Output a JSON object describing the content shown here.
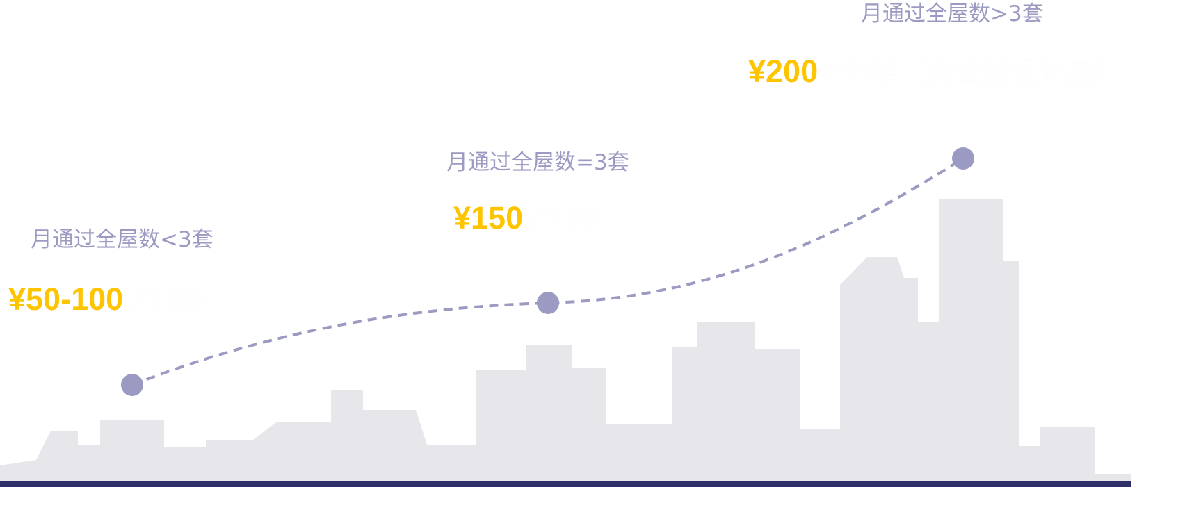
{
  "tiers": [
    {
      "condition": "月通过全屋数<3套",
      "price": "¥50-100",
      "unit": "/个/单"
    },
    {
      "condition": "月通过全屋数=3套",
      "price": "¥150",
      "unit": "/个/单"
    },
    {
      "condition": "月通过全屋数>3套",
      "price": "¥200",
      "unit": "/个/单（含全屋设计费）"
    }
  ],
  "colors": {
    "skyline": "#e6e6eb",
    "baseline": "#2e2f68",
    "curve": "#9a9ac2",
    "price": "#ffc400",
    "condition": "#9a9ac2"
  }
}
